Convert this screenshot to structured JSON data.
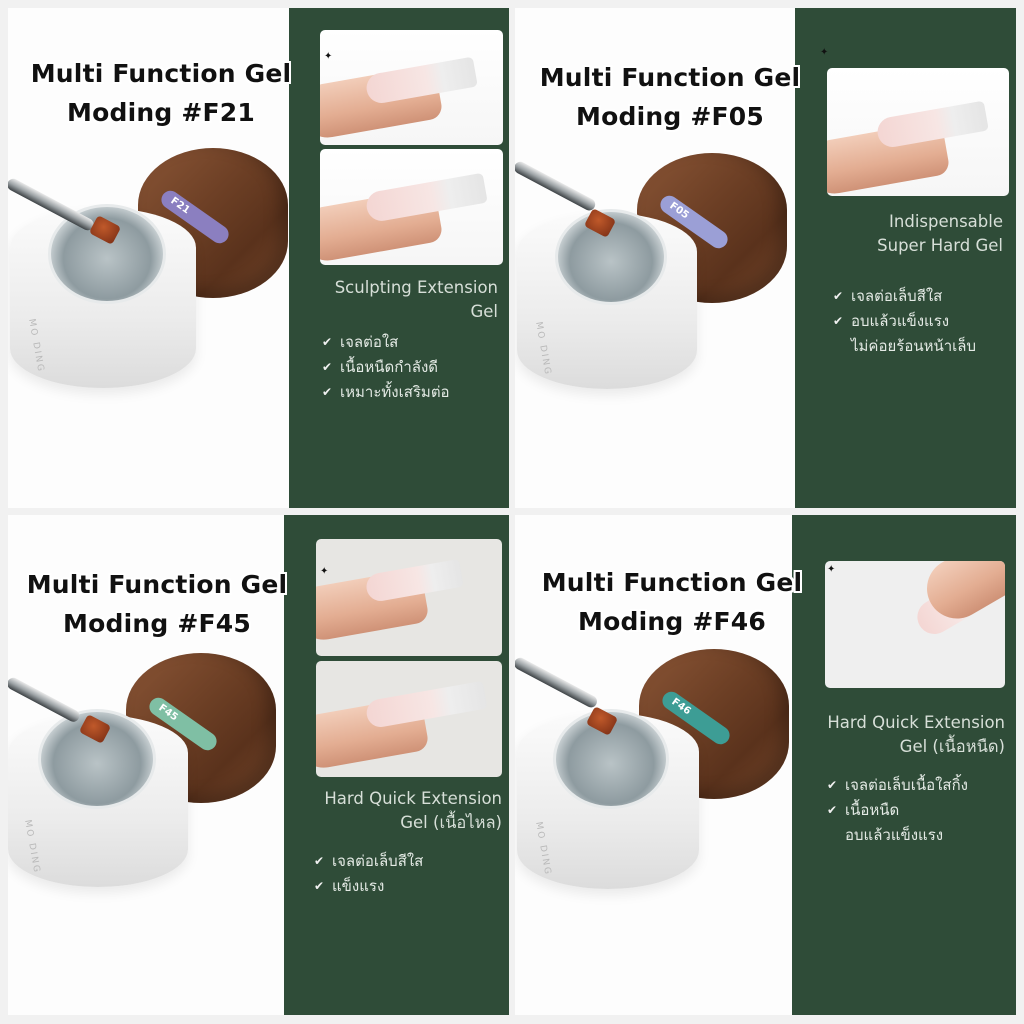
{
  "panels": [
    {
      "id": "F21",
      "title_line1": "Multi Function Gel",
      "title_line2": "Moding #F21",
      "lid_label": "F21",
      "lid_label_color": "#8b7fc0",
      "subtitle_line1": "Sculpting Extension",
      "subtitle_line2": "Gel",
      "features": [
        {
          "check": "✔",
          "text": "เจลต่อใส"
        },
        {
          "check": "✔",
          "text": "เนื้อหนืดกำลังดี"
        },
        {
          "check": "✔",
          "text": "เหมาะทั้งเสริมต่อ"
        }
      ],
      "photos": 2
    },
    {
      "id": "F05",
      "title_line1": "Multi Function Gel",
      "title_line2": "Moding #F05",
      "lid_label": "F05",
      "lid_label_color": "#9b9fd6",
      "subtitle_line1": "Indispensable",
      "subtitle_line2": "Super Hard Gel",
      "features": [
        {
          "check": "✔",
          "text": "เจลต่อเล็บสีใส"
        },
        {
          "check": "✔",
          "text": "อบแล้วแข็งแรง"
        },
        {
          "check": "",
          "text": "ไม่ค่อยร้อนหน้าเล็บ"
        }
      ],
      "photos": 1
    },
    {
      "id": "F45",
      "title_line1": "Multi Function Gel",
      "title_line2": "Moding #F45",
      "lid_label": "F45",
      "lid_label_color": "#7fbfa4",
      "subtitle_line1": "Hard Quick Extension",
      "subtitle_line2": "Gel (เนื้อไหล)",
      "features": [
        {
          "check": "✔",
          "text": "เจลต่อเล็บสีใส"
        },
        {
          "check": "✔",
          "text": "แข็งแรง"
        }
      ],
      "photos": 2
    },
    {
      "id": "F46",
      "title_line1": "Multi Function Gel",
      "title_line2": "Moding #F46",
      "lid_label": "F46",
      "lid_label_color": "#3d9d95",
      "subtitle_line1": "Hard Quick Extension",
      "subtitle_line2": "Gel (เนื้อหนืด)",
      "features": [
        {
          "check": "✔",
          "text": "เจลต่อเล็บเนื้อใสกิ้ง"
        },
        {
          "check": "✔",
          "text": "เนื้อหนืด"
        },
        {
          "check": "",
          "text": "อบแล้วแข็งแรง"
        }
      ],
      "photos": 1
    }
  ],
  "jar_brand": "MO DING",
  "sparkle_glyph": "✦",
  "colors": {
    "panel_green": "#2f4c38",
    "panel_white": "#fdfdfd",
    "title_text": "#111111",
    "subtitle_text": "#d7dfd8"
  }
}
